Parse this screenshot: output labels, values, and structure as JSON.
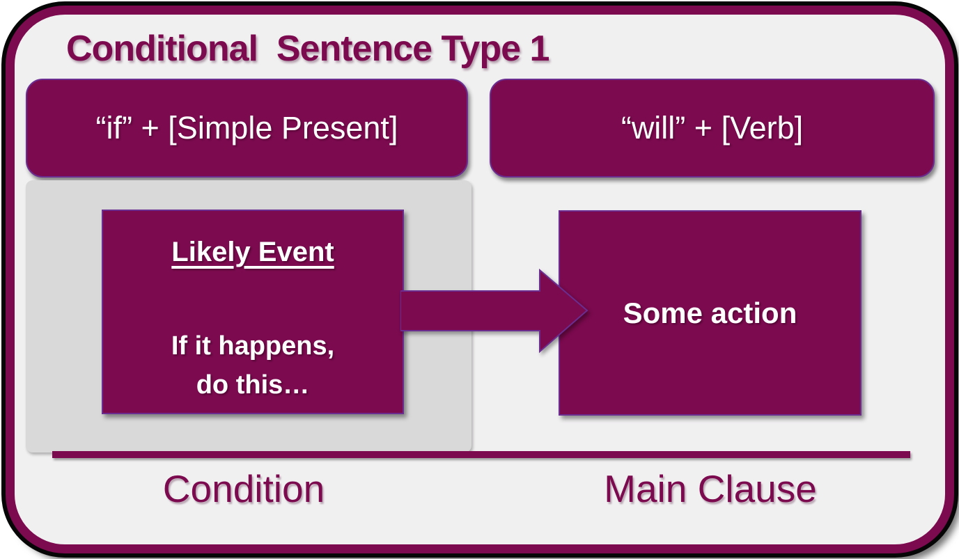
{
  "diagram": {
    "title": "Conditional  Sentence Type 1",
    "condition_column": {
      "formula": "“if” + [Simple Present]",
      "event_box": {
        "heading": "Likely Event",
        "body_line1": "If it happens,",
        "body_line2": "do this…"
      },
      "footer_label": "Condition"
    },
    "main_clause_column": {
      "formula": "“will” + [Verb]",
      "action_box": {
        "label": "Some action"
      },
      "footer_label": "Main Clause"
    },
    "arrow": {
      "direction": "right"
    },
    "colors": {
      "maroon": "#7B0A4E",
      "outline_purple": "#6B2D90",
      "panel_background": "#F1F0F1",
      "gray_panel": "#D9D9D9",
      "text_white": "#FFFFFF",
      "frame_shadow": "#060606"
    }
  }
}
